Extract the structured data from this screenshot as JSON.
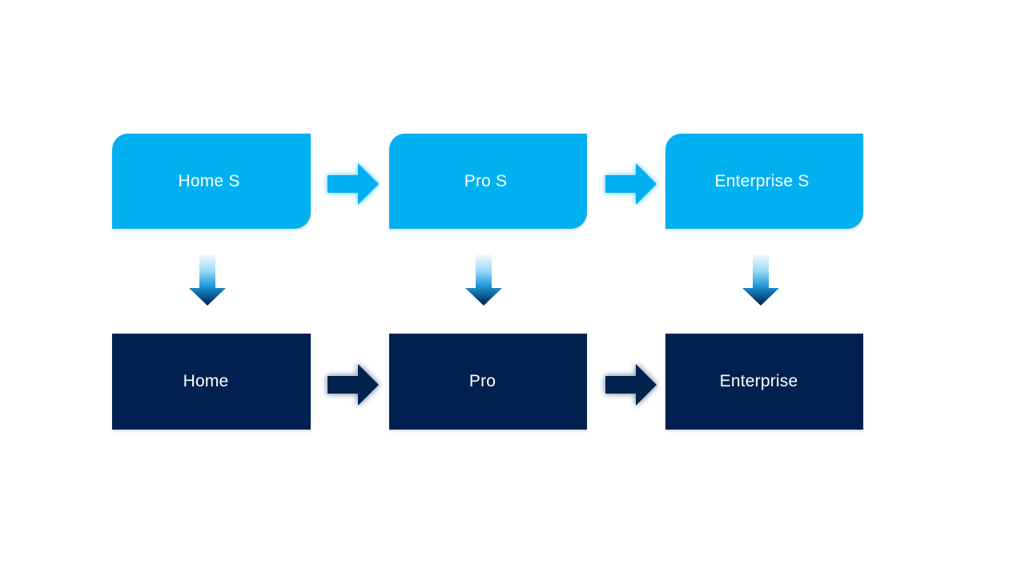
{
  "diagram": {
    "type": "flow",
    "nodes": {
      "top": [
        {
          "label": "Home S"
        },
        {
          "label": "Pro S"
        },
        {
          "label": "Enterprise S"
        }
      ],
      "bottom": [
        {
          "label": "Home"
        },
        {
          "label": "Pro"
        },
        {
          "label": "Enterprise"
        }
      ]
    },
    "edges": [
      {
        "from": "Home S",
        "to": "Pro S",
        "direction": "right",
        "style": "cyan-glow-arrow"
      },
      {
        "from": "Pro S",
        "to": "Enterprise S",
        "direction": "right",
        "style": "cyan-glow-arrow"
      },
      {
        "from": "Home",
        "to": "Pro",
        "direction": "right",
        "style": "navy-glow-arrow"
      },
      {
        "from": "Pro",
        "to": "Enterprise",
        "direction": "right",
        "style": "navy-glow-arrow"
      },
      {
        "from": "Home S",
        "to": "Home",
        "direction": "down",
        "style": "gradient-arrow"
      },
      {
        "from": "Pro S",
        "to": "Pro",
        "direction": "down",
        "style": "gradient-arrow"
      },
      {
        "from": "Enterprise S",
        "to": "Enterprise",
        "direction": "down",
        "style": "gradient-arrow"
      }
    ]
  },
  "colors": {
    "background": "#FFFFFF",
    "top_box_fill": "#00B0F0",
    "bottom_box_fill": "#00214F",
    "label_color": "#FFFFFF",
    "cyan_arrow_fill": "#00B0F0",
    "navy_arrow_fill": "#00214F",
    "cyan_glow": "#8BDFFB",
    "navy_glow": "#99A9BF",
    "down_grad_1": "#F4FBFE",
    "down_grad_2": "#9BDBF8",
    "down_grad_3": "#1E96D8",
    "down_grad_4": "#00204E"
  }
}
